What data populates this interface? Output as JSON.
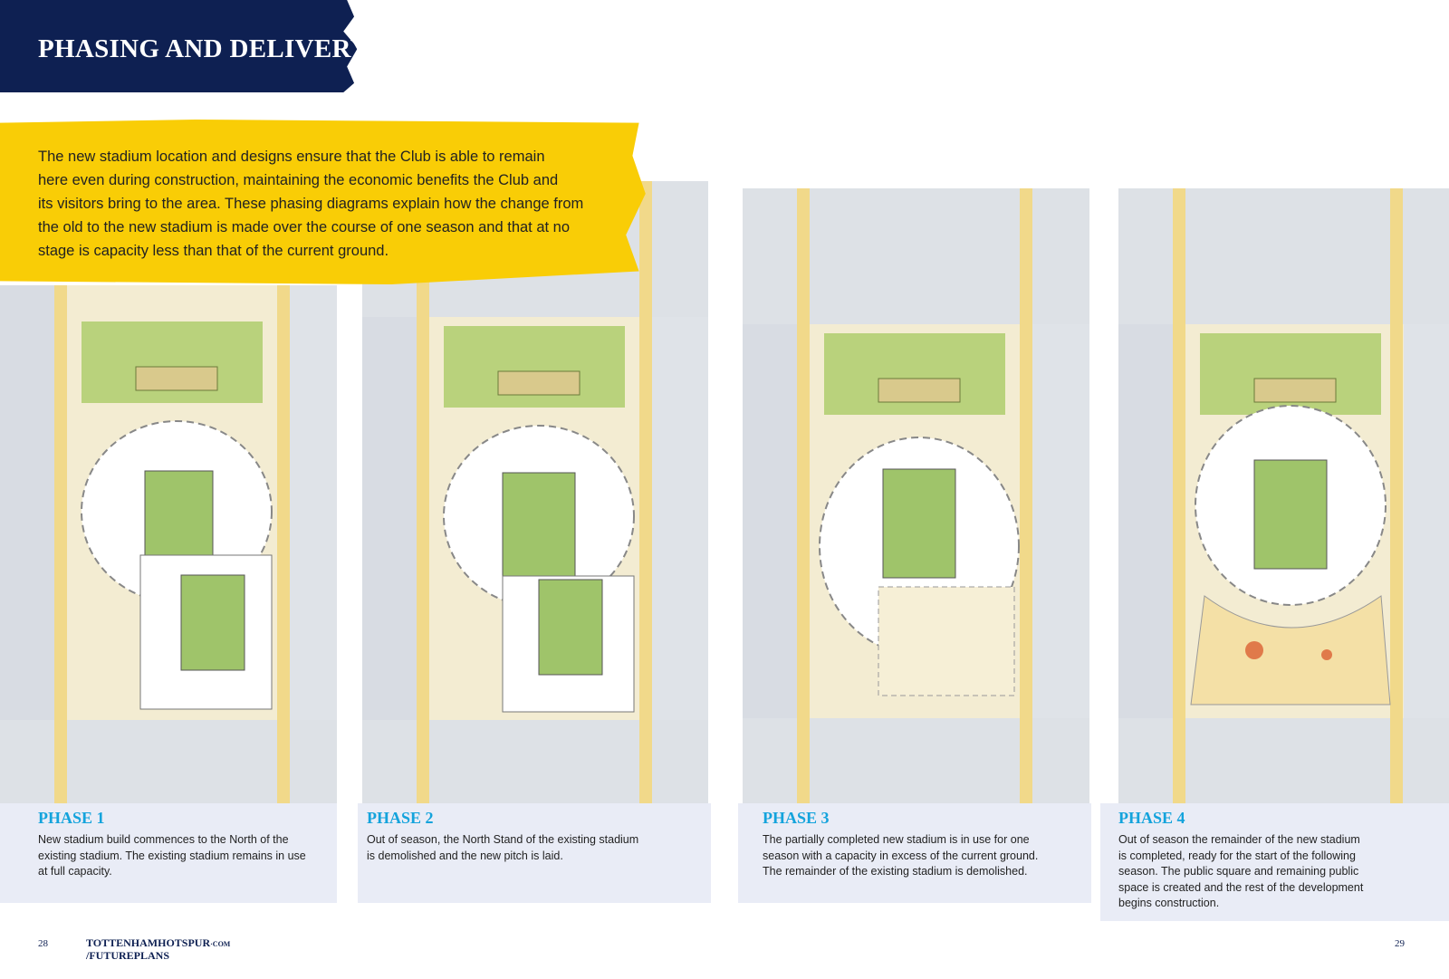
{
  "header": {
    "title": "PHASING AND DELIVERY"
  },
  "intro": {
    "lines": [
      "The new stadium location and designs ensure that the Club is able to remain",
      "here even during construction, maintaining the economic benefits the Club and",
      "its visitors bring to the area. These phasing diagrams explain how the change from",
      "the old to the new stadium is made over the course of one season and that at no",
      "stage is capacity less than that of the current ground."
    ]
  },
  "phases": [
    {
      "title": "PHASE 1",
      "lines": [
        "New stadium build commences to the North of the",
        "existing stadium. The existing stadium remains in use",
        "at full capacity."
      ]
    },
    {
      "title": "PHASE 2",
      "lines": [
        "Out of season, the North Stand of the existing stadium",
        "is demolished and the new pitch is laid."
      ]
    },
    {
      "title": "PHASE 3",
      "lines": [
        "The partially completed new stadium is in use for one",
        "season with a capacity in excess of the current ground.",
        "The remainder of the existing stadium is demolished."
      ]
    },
    {
      "title": "PHASE 4",
      "lines": [
        "Out of season the remainder of the new stadium",
        "is completed, ready for the start of the following",
        "season. The public square and remaining public",
        "space is created and the rest of the development",
        "begins construction."
      ]
    }
  ],
  "footer": {
    "page_left": "28",
    "page_right": "29",
    "brand_line1": "TOTTENHAMHOTSPUR",
    "brand_suffix": "·COM",
    "brand_line2": "/FUTUREPLANS"
  },
  "colors": {
    "navy": "#0e2052",
    "yellow": "#f9cd06",
    "phase_blue": "#14a3dc",
    "caption_bg": "#e9ecf6",
    "grass": "#a9c96a",
    "building": "#dfe3e8"
  }
}
